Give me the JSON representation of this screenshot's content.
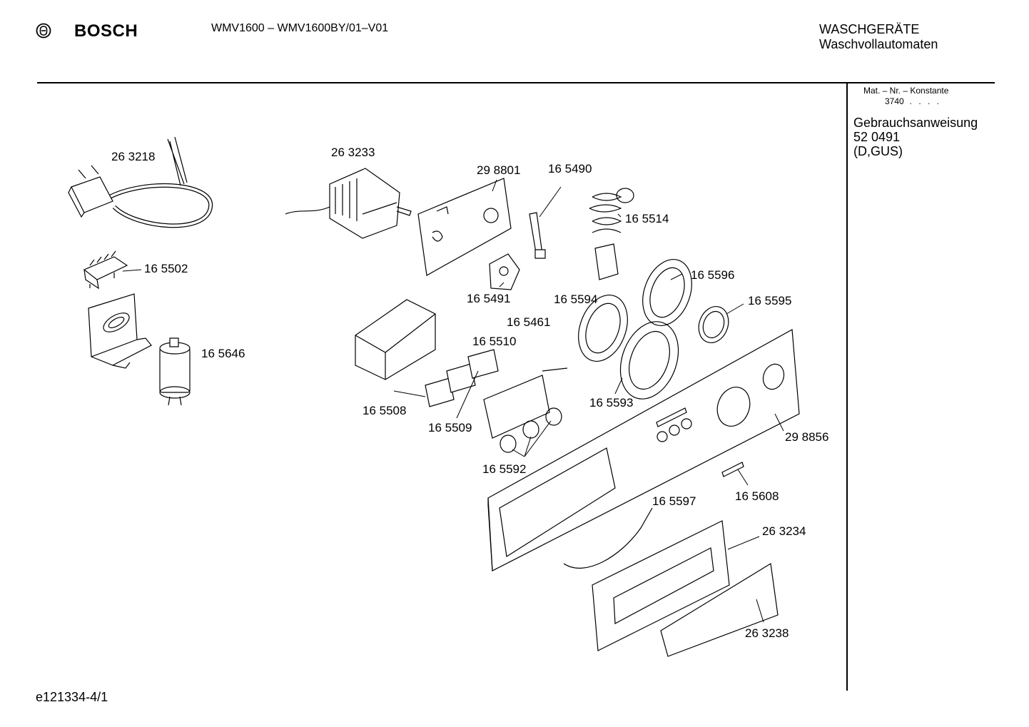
{
  "header": {
    "brand": "BOSCH",
    "model": "WMV1600 – WMV1600BY/01–V01",
    "category_line1": "WASCHGERÄTE",
    "category_line2": "Waschvollautomaten"
  },
  "side_panel": {
    "mat_label": "Mat. – Nr. – Konstante",
    "konstante": "3740",
    "konstante_dots": ". . . . .",
    "manual_title": "Gebrauchsanweisung",
    "manual_number": "52 0491",
    "manual_lang": "(D,GUS)"
  },
  "footer": {
    "drawing_id": "e121334-4/1"
  },
  "parts": [
    "26 3218",
    "26 3233",
    "29 8801",
    "16 5490",
    "16 5514",
    "16 5502",
    "16 5491",
    "16 5596",
    "16 5594",
    "16 5595",
    "16 5461",
    "16 5646",
    "16 5510",
    "16 5593",
    "29 8856",
    "16 5508",
    "16 5509",
    "16 5592",
    "16 5608",
    "16 5597",
    "26 3234",
    "26 3238"
  ]
}
